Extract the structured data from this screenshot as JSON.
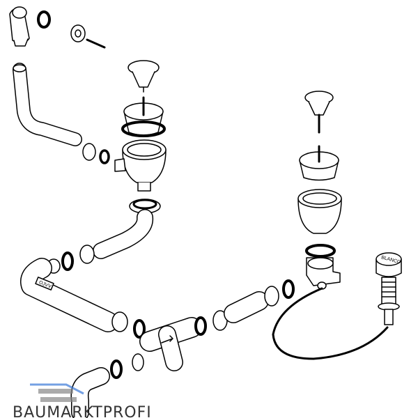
{
  "diagram": {
    "title": "Sink drain waste kit exploded view",
    "pipe_label": "OJVV",
    "knob_label": "BLANCO",
    "watermark": "BAUMARKTPROFI",
    "colors": {
      "line": "#000000",
      "background": "#ffffff",
      "logo_blue": "#3a78d8",
      "logo_gray": "#888888"
    }
  }
}
